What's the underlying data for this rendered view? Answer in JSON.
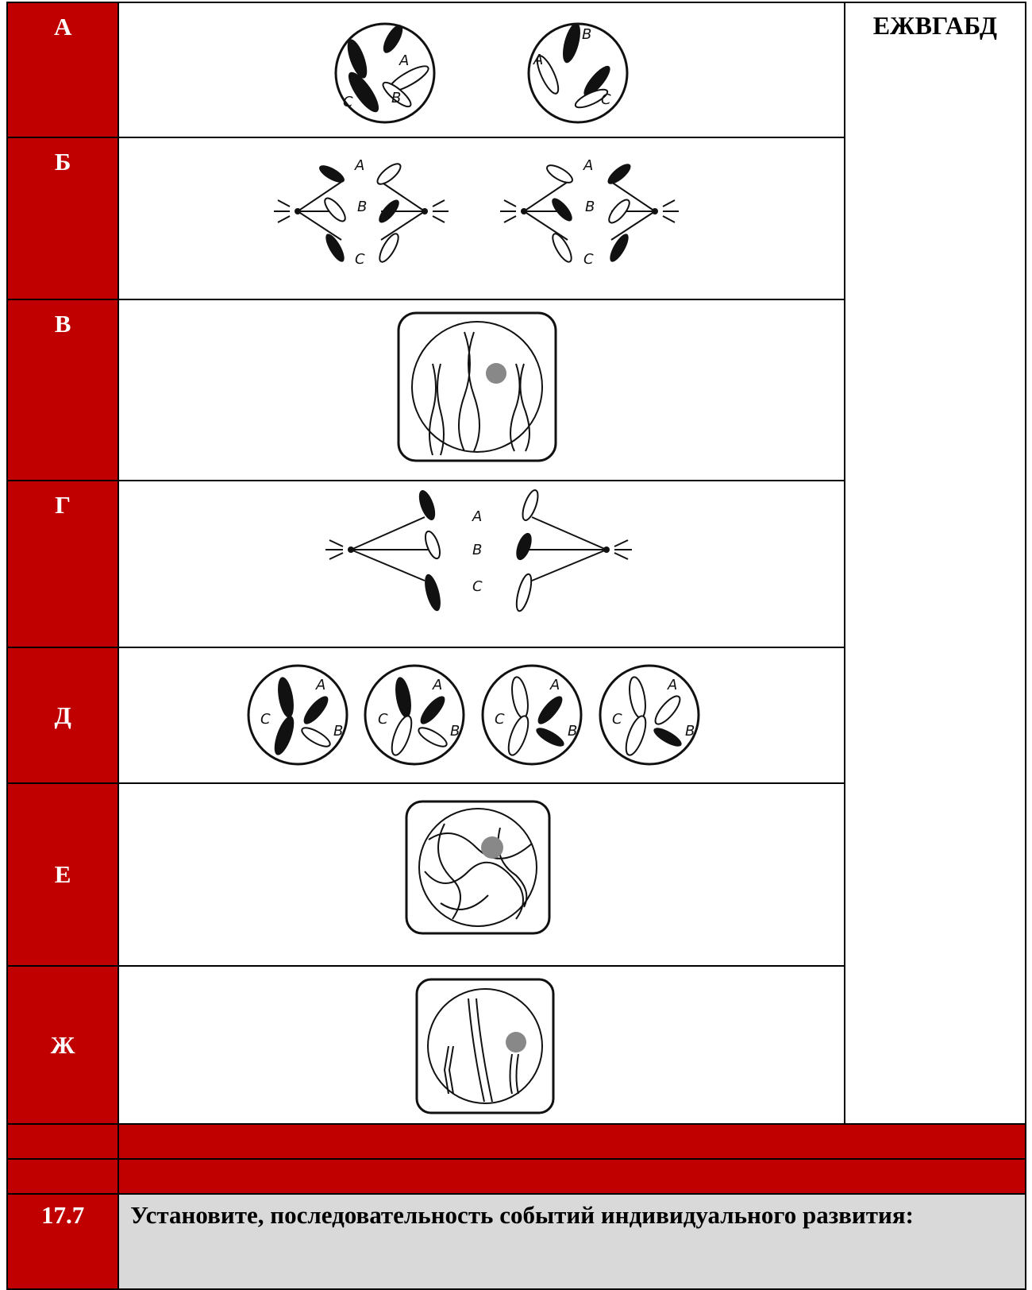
{
  "answer": "ЕЖВГАБД",
  "rows": [
    {
      "label": "А"
    },
    {
      "label": "Б"
    },
    {
      "label": "В"
    },
    {
      "label": "Г"
    },
    {
      "label": "Д"
    },
    {
      "label": "Е"
    },
    {
      "label": "Ж"
    }
  ],
  "chromosome_letters": {
    "a": "A",
    "b": "B",
    "c": "C"
  },
  "task": {
    "number": "17.7",
    "text": "Установите, последовательность событий индивидуального развития:"
  }
}
